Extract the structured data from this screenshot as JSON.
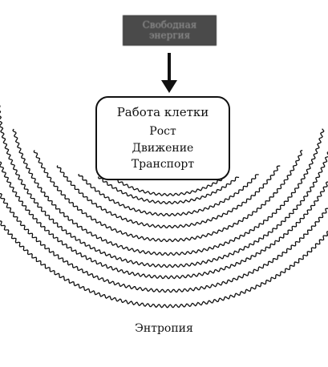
{
  "source": {
    "lines": [
      "Свободная",
      "энергия"
    ]
  },
  "cell_work": {
    "title": "Работа клетки",
    "items": [
      "Рост",
      "Движение",
      "Транспорт"
    ]
  },
  "entropy": {
    "label": "Энтропия"
  },
  "style": {
    "ink_color": "#111111",
    "source_box_color": "#4a4a4a"
  }
}
